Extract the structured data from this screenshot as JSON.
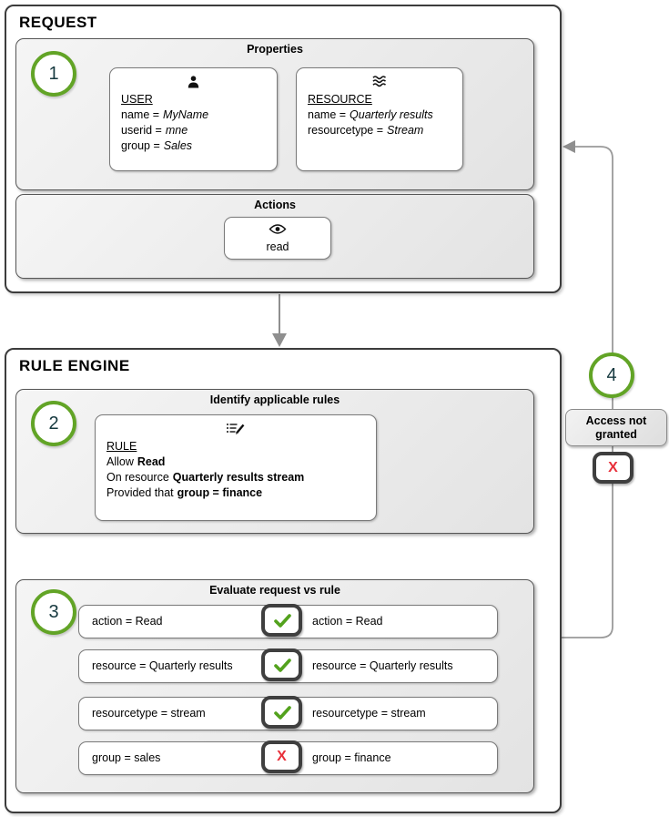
{
  "colors": {
    "accent_green": "#62a426",
    "check_green": "#53a21d",
    "fail_red": "#e8303a",
    "badge_border": "#3f3f3f",
    "connector_gray": "#8f8f8f",
    "section_fill": "#ececec"
  },
  "glyphs": {
    "fail": "X"
  },
  "request": {
    "title": "REQUEST",
    "step": "1",
    "properties": {
      "header": "Properties",
      "user": {
        "icon": "person-icon",
        "title": "USER",
        "fields": [
          {
            "key": "name =",
            "value": "MyName"
          },
          {
            "key": "userid =",
            "value": "mne"
          },
          {
            "key": "group =",
            "value": "Sales"
          }
        ]
      },
      "resource": {
        "icon": "stream-icon",
        "title": "RESOURCE",
        "fields": [
          {
            "key": "name =",
            "value": "Quarterly results"
          },
          {
            "key": "resourcetype =",
            "value": "Stream"
          }
        ]
      }
    },
    "actions": {
      "header": "Actions",
      "action": {
        "icon": "eye-icon",
        "label": "read"
      }
    }
  },
  "rule_engine": {
    "title": "RULE ENGINE",
    "identify": {
      "step": "2",
      "header": "Identify applicable rules",
      "rule": {
        "icon": "rule-edit-icon",
        "title": "RULE",
        "lines": [
          {
            "plain": "Allow",
            "bold": "Read"
          },
          {
            "plain": "On resource",
            "bold": "Quarterly results stream"
          },
          {
            "plain": "Provided that",
            "bold": "group = finance"
          }
        ]
      }
    },
    "evaluate": {
      "step": "3",
      "header": "Evaluate request vs rule",
      "rows": [
        {
          "left": "action = Read",
          "result": "pass",
          "right": "action = Read"
        },
        {
          "left": "resource = Quarterly results",
          "result": "pass",
          "right": "resource = Quarterly results"
        },
        {
          "left": "resourcetype = stream",
          "result": "pass",
          "right": "resourcetype = stream"
        },
        {
          "left": "group = sales",
          "result": "fail",
          "right": "group = finance"
        }
      ]
    }
  },
  "outcome": {
    "step": "4",
    "label": "Access not granted",
    "result": "fail"
  }
}
